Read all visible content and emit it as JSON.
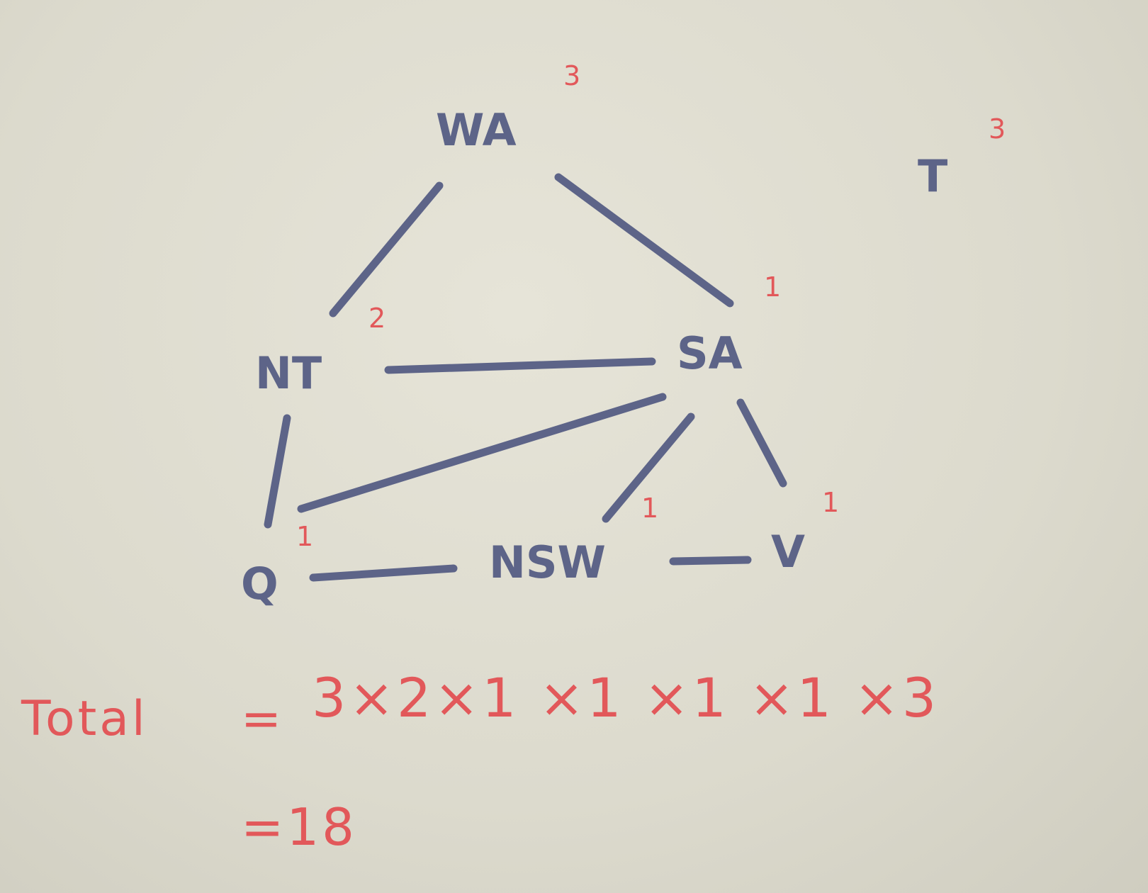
{
  "graph": {
    "nodes": [
      {
        "id": "WA",
        "label": "WA",
        "count": "3"
      },
      {
        "id": "NT",
        "label": "NT",
        "count": "2"
      },
      {
        "id": "SA",
        "label": "SA",
        "count": "1"
      },
      {
        "id": "Q",
        "label": "Q",
        "count": "1"
      },
      {
        "id": "NSW",
        "label": "NSW",
        "count": "1"
      },
      {
        "id": "V",
        "label": "V",
        "count": "1"
      },
      {
        "id": "T",
        "label": "T",
        "count": "3"
      }
    ],
    "edges": [
      [
        "WA",
        "NT"
      ],
      [
        "WA",
        "SA"
      ],
      [
        "NT",
        "SA"
      ],
      [
        "NT",
        "Q"
      ],
      [
        "SA",
        "Q"
      ],
      [
        "SA",
        "NSW"
      ],
      [
        "SA",
        "V"
      ],
      [
        "Q",
        "NSW"
      ],
      [
        "NSW",
        "V"
      ]
    ]
  },
  "calculation": {
    "label": "Total",
    "equals": "=",
    "product": "3×2×1 ×1 ×1 ×1 ×3",
    "result": "=18"
  },
  "colors": {
    "ink_blue": "#5d6488",
    "ink_red": "#e2585a",
    "paper": "#dedcd0"
  }
}
